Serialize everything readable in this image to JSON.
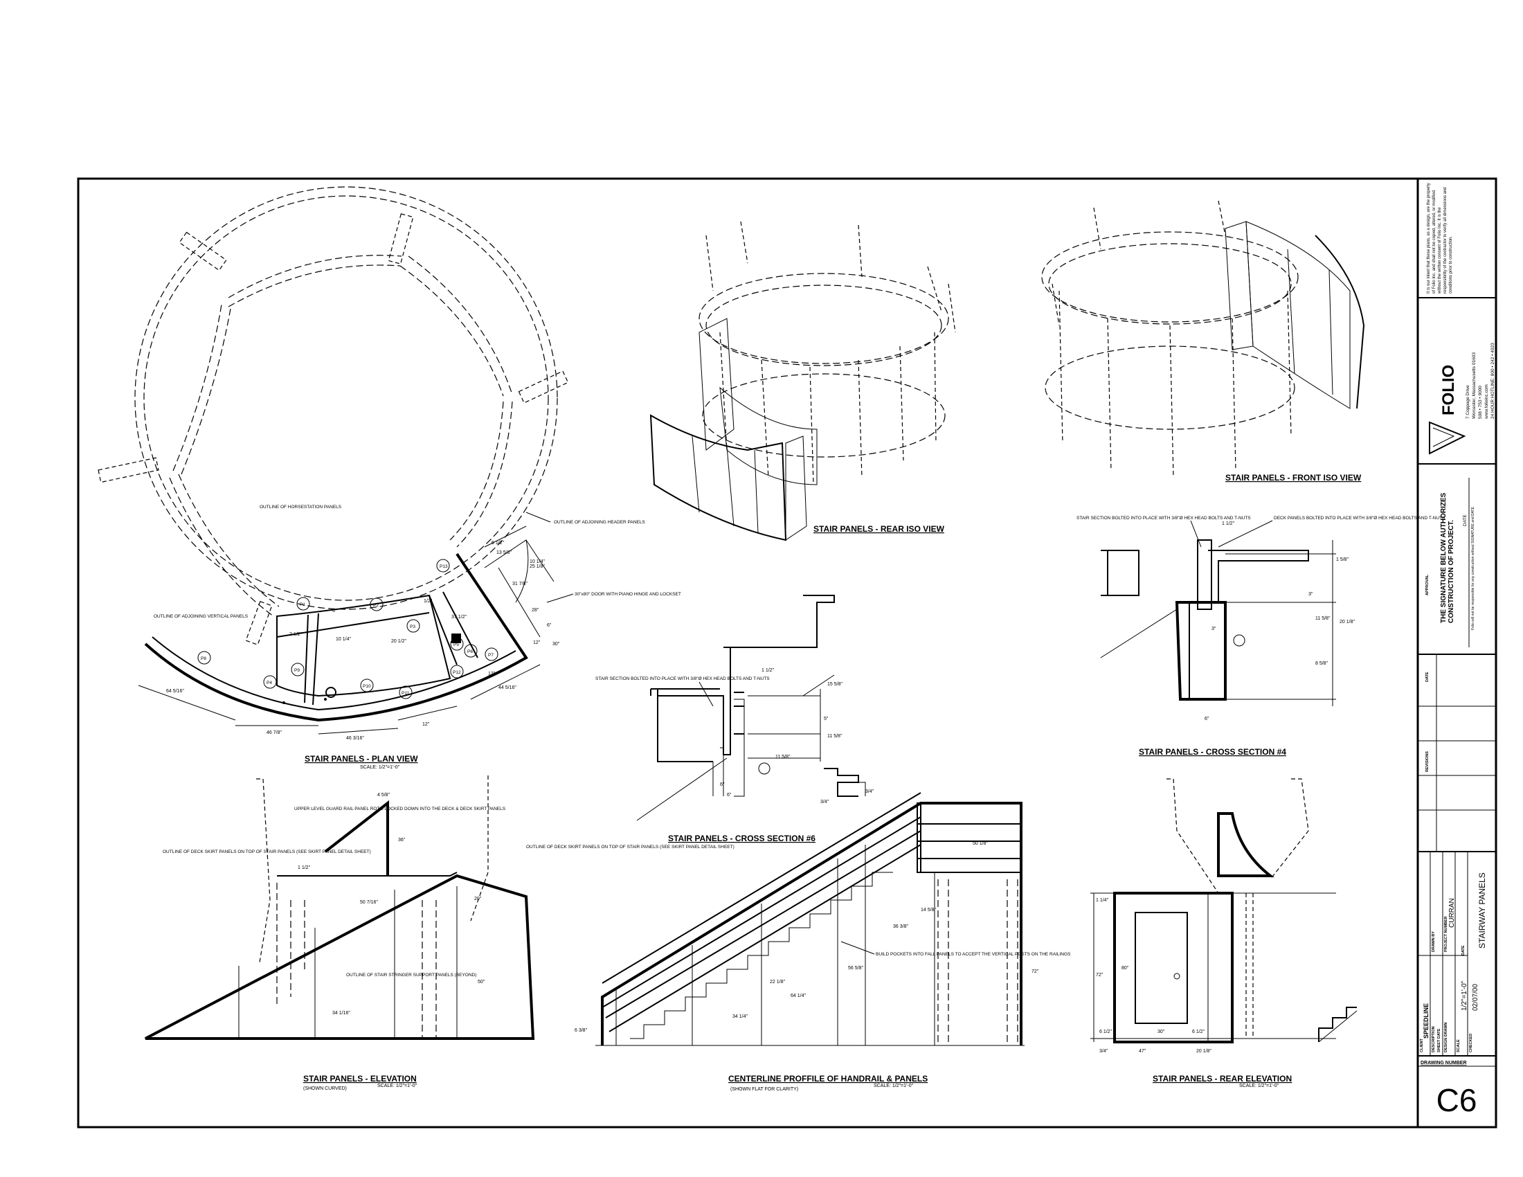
{
  "sheet": {
    "number": "C6",
    "drawing_number_label": "DRAWING NUMBER",
    "views": {
      "plan": {
        "title": "STAIR PANELS - PLAN VIEW",
        "scale": "SCALE: 1/2\"=1'-0\""
      },
      "rear_iso": {
        "title": "STAIR PANELS - REAR ISO VIEW"
      },
      "front_iso": {
        "title": "STAIR PANELS - FRONT ISO VIEW"
      },
      "cross6": {
        "title": "STAIR PANELS - CROSS SECTION #6"
      },
      "cross4": {
        "title": "STAIR PANELS - CROSS SECTION #4"
      },
      "elevation": {
        "title": "STAIR PANELS - ELEVATION",
        "subtitle": "(SHOWN CURVED)",
        "scale": "SCALE: 1/2\"=1'-0\""
      },
      "profile": {
        "title": "CENTERLINE PROFFILE OF HANDRAIL & PANELS",
        "subtitle": "(SHOWN FLAT FOR CLARITY)",
        "scale": "SCALE: 1/2\"=1'-0\""
      },
      "rear_elev": {
        "title": "STAIR PANELS - REAR ELEVATION",
        "scale": "SCALE: 1/2\"=1'-0\""
      }
    },
    "notes": {
      "horsestation": "OUTLINE OF HORSESTATION PANELS",
      "header": "OUTLINE OF ADJOINING HEADER PANELS",
      "vertical": "OUTLINE OF ADJOINING VERTICAL PANELS",
      "door": "30\"x80\" DOOR WITH PIANO HINGE AND LOCKSET",
      "stair_bolted": "STAIR SECTION BOLTED INTO PLACE WITH 3/8\"Ø HEX HEAD BOLTS AND T-NUTS",
      "deck_bolted": "DECK PANELS BOLTED INTO PLACE WITH 3/8\"Ø HEX HEAD BOLTS AND T-NUTS",
      "upper_rail": "UPPER LEVEL GUARD RAIL PANEL ROTO-LOCKED DOWN INTO THE DECK & DECK SKIRT PANELS",
      "skirt_left": "OUTLINE OF DECK SKIRT PANELS ON TOP OF STAIR PANELS (SEE SKIRT PANEL DETAIL SHEET)",
      "skirt_right": "OUTLINE OF DECK SKIRT PANELS ON TOP OF STAIR PANELS (SEE SKIRT PANEL DETAIL SHEET)",
      "stringer": "OUTLINE OF STAIR STRINGER SUPPORT PANELS (BEYOND)",
      "pockets": "BUILD POCKETS INTO FALL PANELS TO ACCEPT THE VERTICAL POSTS ON THE RAILINGS"
    },
    "tags": {
      "p1": "P1",
      "p2": "P2",
      "p3": "P3",
      "p4": "P4",
      "p5": "P5",
      "p6": "P6",
      "p7": "P7",
      "p8": "P8",
      "p9": "P9",
      "p10": "P10",
      "p11": "P11",
      "p12": "P12",
      "p13": "P13"
    },
    "dims_plan": {
      "d1": "64 5/16\"",
      "d2": "46 7/8\"",
      "d3": "46 3/16\"",
      "d4": "12\"",
      "d5": "44 5/16\"",
      "d6": "12\"",
      "d7": "6\"",
      "d8": "12\"",
      "d9": "2 1/2\"",
      "d10": "10 1/4\"",
      "d11": "20 1/2\"",
      "d12": "1/2\"",
      "d13": "37 1/2\"",
      "d14": "13 5/8\"",
      "d15": "6 1/2\"",
      "d16": "31 7/8\"",
      "d17": "25 1/8\"",
      "d18": "10 1/4\"",
      "d19": "6\"",
      "d20": "30\"",
      "d21": "28\""
    },
    "dims_cross6": {
      "a": "1 1/2\"",
      "b": "15 5/8\"",
      "c": "5\"",
      "d": "11 5/8\"",
      "e": "11 5/8\"",
      "f": "6\"",
      "g": "6\"",
      "h": "3/4\"",
      "i": "3/4\""
    },
    "dims_cross4": {
      "a": "1 1/2\"",
      "b": "1 5/8\"",
      "c": "3\"",
      "d": "11 5/8\"",
      "e": "20 1/8\"",
      "f": "8 5/8\"",
      "g": "3\"",
      "h": "6\""
    },
    "dims_elev": {
      "a": "4 5/8\"",
      "b": "1 1/2\"",
      "c": "36\"",
      "d": "50 7/16\"",
      "e": "20\"",
      "f": "34 1/16\"",
      "g": "50\""
    },
    "dims_profile": {
      "a": "50 1/8\"",
      "b": "14 5/8\"",
      "c": "36 3/8\"",
      "d": "56 5/8\"",
      "e": "22 1/8\"",
      "f": "64 1/4\"",
      "g": "34 1/4\"",
      "h": "6 3/8\"",
      "i": "72\""
    },
    "dims_rear": {
      "a": "1 1/4\"",
      "b": "72\"",
      "c": "80\"",
      "d": "6 1/2\"",
      "e": "30\"",
      "f": "6 1/2\"",
      "g": "3/4\"",
      "h": "47\"",
      "i": "20 1/8\""
    },
    "titleblock": {
      "disclaimer": "It is our intent that these plans, as a design, are the property of Folio Inc. and shall not be copied, altered, or modified without the written consent of Folio Inc. It is the responsibility of the contractor to verify all dimensions and conditions prior to construction.",
      "company": "FOLIO",
      "address1": "7 Coppage Drive",
      "address2": "Worcester, Massachusetts 01603",
      "phone": "508 • 753 • 9000",
      "web": "www.folioinc.com",
      "fax": "24 HOUR HOTLINE: 800 • 242 • 4023",
      "approval_label": "APPROVAL",
      "signature": "THE SIGNATURE BELOW AUTHORIZES CONSTRUCTION OF PROJECT.",
      "date_label": "DATE",
      "fine": "Folio will not be responsible for any construction without SIGNATURE and DATE.",
      "date_col": "DATE",
      "revisions_col": "REVISIONS",
      "client_label": "CLIENT",
      "client": "SPEEDLINE",
      "description_label": "DESCRIPTION",
      "sheet_date_label": "SHEET DATE",
      "design_label": "DESIGN DRAWN",
      "drawn_label": "DRAWN BY",
      "scale_label": "SCALE",
      "scale": "1/2\"=1'-0\"",
      "date2_label": "DATE",
      "date2": "02/07/00",
      "project_label": "PROJECT NUMBER",
      "project": "CURRAN",
      "checked_label": "CHECKED",
      "sheet_title": "STAIRWAY PANELS"
    }
  }
}
